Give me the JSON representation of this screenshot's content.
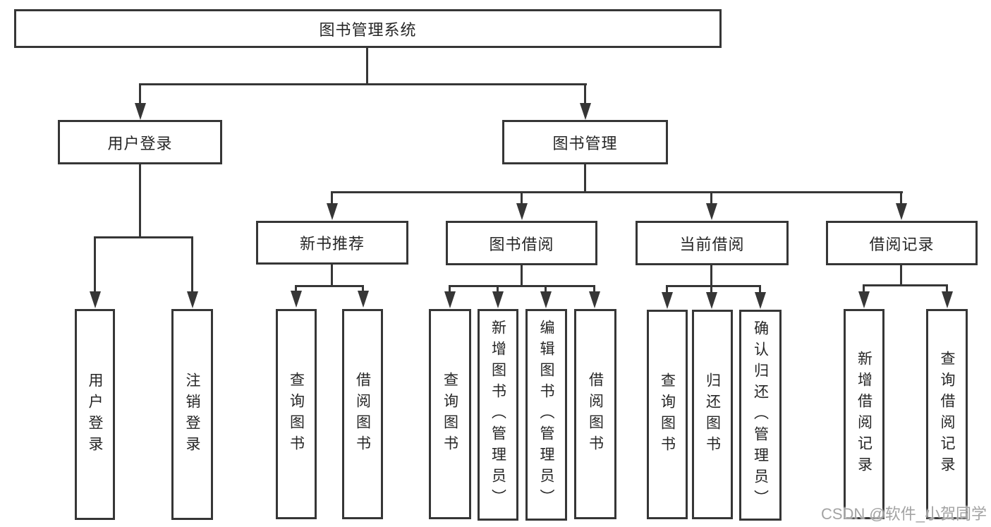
{
  "diagram": {
    "root": {
      "label": "图书管理系统"
    },
    "branches": [
      {
        "label": "用户登录",
        "children": [
          {
            "label": "用户登录"
          },
          {
            "label": "注销登录"
          }
        ]
      },
      {
        "label": "图书管理",
        "children": [
          {
            "label": "新书推荐",
            "children": [
              {
                "label": "查询图书"
              },
              {
                "label": "借阅图书"
              }
            ]
          },
          {
            "label": "图书借阅",
            "children": [
              {
                "label": "查询图书"
              },
              {
                "label": "新增图书（管理员）"
              },
              {
                "label": "编辑图书（管理员）"
              },
              {
                "label": "借阅图书"
              }
            ]
          },
          {
            "label": "当前借阅",
            "children": [
              {
                "label": "查询图书"
              },
              {
                "label": "归还图书"
              },
              {
                "label": "确认归还（管理员）"
              }
            ]
          },
          {
            "label": "借阅记录",
            "children": [
              {
                "label": "新增借阅记录"
              },
              {
                "label": "查询借阅记录"
              }
            ]
          }
        ]
      }
    ]
  },
  "watermark": {
    "text": "CSDN @软件_小贺同学"
  },
  "colors": {
    "line": "#363636",
    "text": "#262626",
    "watermark": "#a3a3a3",
    "background": "#ffffff"
  }
}
